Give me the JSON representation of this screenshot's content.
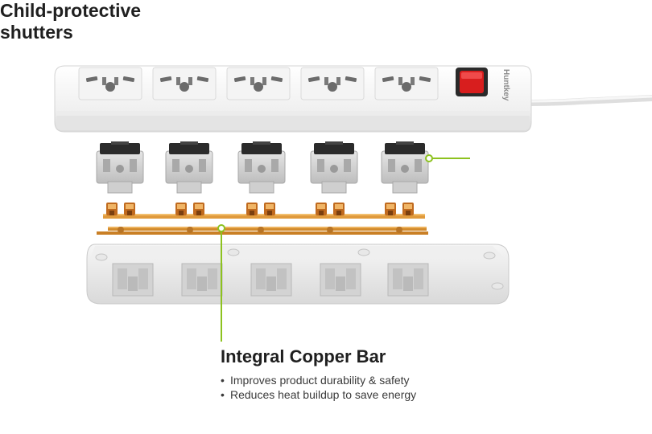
{
  "brand": {
    "logo_text": "Huntkey"
  },
  "callouts": {
    "shutters": {
      "title_line1": "Child-protective",
      "title_line2": "shutters"
    },
    "copper_bar": {
      "title": "Integral Copper Bar",
      "bullets": [
        "Improves product durability & safety",
        "Reduces heat buildup to save energy"
      ]
    }
  },
  "colors": {
    "background": "#ffffff",
    "strip_body": "#f1f1f1",
    "switch_red": "#d81e1e",
    "copper": "#e09a3c",
    "shutter_dark": "#2b2b2b",
    "shutter_body": "#d6d6d6",
    "callout_line": "#8dc21f"
  },
  "parts": {
    "outlet_count": 5,
    "shutter_count": 5
  }
}
